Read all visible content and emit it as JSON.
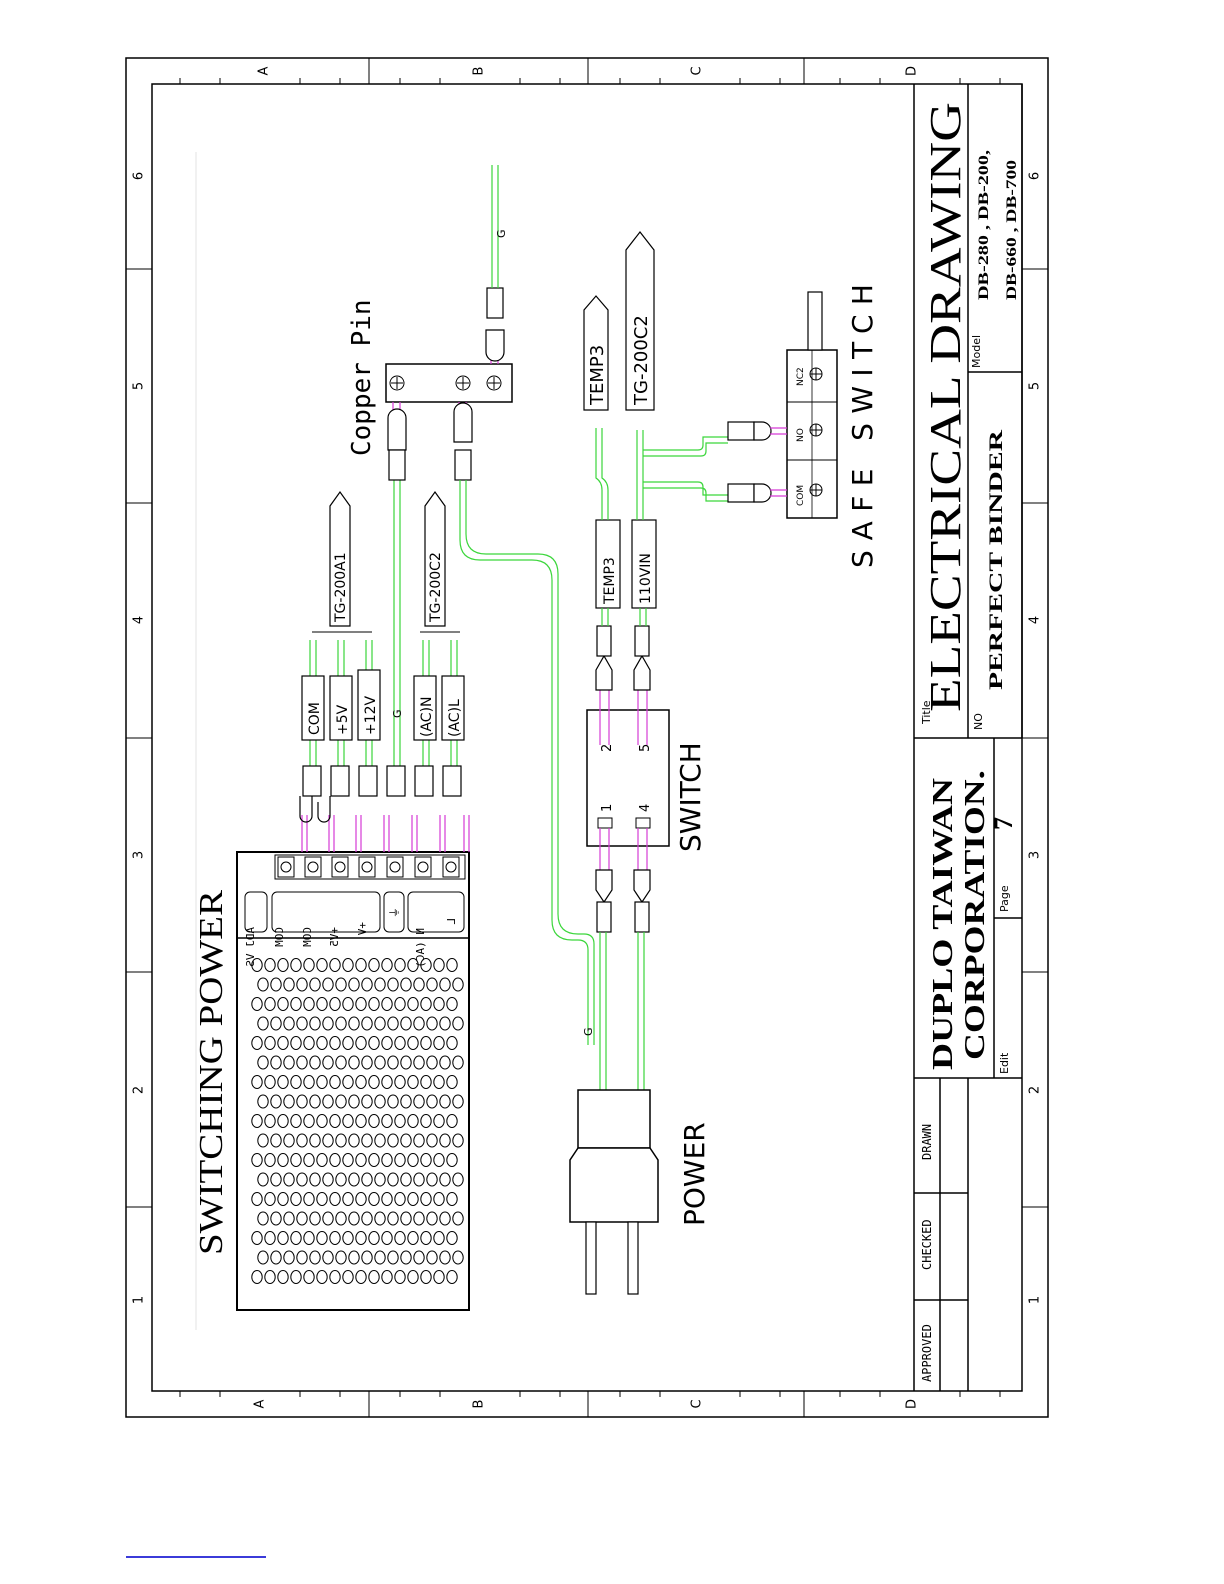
{
  "drawing": {
    "title_block": {
      "title_label": "Title",
      "title": "ELECTRICAL DRAWING",
      "no_label": "NO",
      "product": "PERFECT    BINDER",
      "model_label": "Model",
      "model_line1": "DB-280 , DB-200,",
      "model_line2": "DB-660 , DB-700",
      "company_line1": "DUPLO TAIWAN",
      "company_line2": "CORPORATION.",
      "page_label": "Page",
      "page_number": "7",
      "edit_label": "Edit",
      "drawn_label": "DRAWN",
      "checked_label": "CHECKED",
      "approved_label": "APPROVED"
    },
    "border": {
      "columns": [
        "1",
        "2",
        "3",
        "4",
        "5",
        "6"
      ],
      "rows": [
        "A",
        "B",
        "C",
        "D"
      ]
    },
    "components": {
      "switching_power": {
        "label": "SWITCHING POWER",
        "terminals": [
          "ADJ VS",
          "COM",
          "COM",
          "+V5",
          "+V",
          "⏚",
          "N (AC)",
          "L"
        ]
      },
      "copper_pin": {
        "label": "Copper Pin"
      },
      "switch": {
        "label": "SWITCH",
        "pins": [
          "1",
          "2",
          "4",
          "5"
        ]
      },
      "power": {
        "label": "POWER"
      },
      "safe_switch": {
        "label": "SAFE SWITCH",
        "pins": [
          "COM",
          "NO",
          "NC2"
        ]
      }
    },
    "wire_labels": {
      "com": "COM",
      "plus5v": "+5V",
      "plus12v": "+12V",
      "g1": "G",
      "acn": "(AC)N",
      "acl": "(AC)L",
      "tg200a1": "TG-200A1",
      "tg200c2_a": "TG-200C2",
      "temp3_a": "TEMP3",
      "v110in": "110VIN",
      "temp3_b": "TEMP3",
      "tg200c2_b": "TG-200C2",
      "g2": "G",
      "g3": "G"
    }
  }
}
